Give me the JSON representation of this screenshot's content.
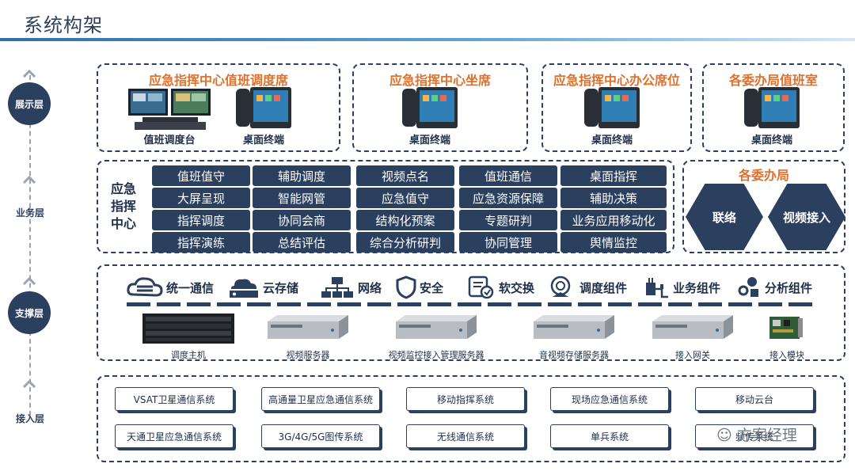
{
  "page_title": "系统构架",
  "layers": [
    "展示层",
    "业务层",
    "支撑层",
    "接入层"
  ],
  "display_layer": {
    "seats": [
      {
        "title": "应急指挥中心值班调度席",
        "devices": [
          "值班调度台",
          "桌面终端"
        ]
      },
      {
        "title": "应急指挥中心坐席",
        "devices": [
          "桌面终端"
        ]
      },
      {
        "title": "应急指挥中心办公席位",
        "devices": [
          "桌面终端"
        ]
      },
      {
        "title": "各委办局值班室",
        "devices": [
          "桌面终端"
        ]
      }
    ]
  },
  "business_layer": {
    "center_label": [
      "应急",
      "指挥",
      "中心"
    ],
    "services": [
      [
        "值班值守",
        "辅助调度",
        "视频点名",
        "值班通信",
        "桌面指挥"
      ],
      [
        "大屏呈现",
        "智能网管",
        "应急值守",
        "应急资源保障",
        "辅助决策"
      ],
      [
        "指挥调度",
        "协同会商",
        "结构化预案",
        "专题研判",
        "业务应用移动化"
      ],
      [
        "指挥演练",
        "总结评估",
        "综合分析研判",
        "协同管理",
        "舆情监控"
      ]
    ],
    "bureau_title": "各委办局",
    "bureau_items": [
      "联络",
      "视频接入"
    ]
  },
  "support_layer": {
    "components": [
      {
        "label": "统一通信",
        "icon": "cloud-lines-icon"
      },
      {
        "label": "云存储",
        "icon": "storage-icon"
      },
      {
        "label": "网络",
        "icon": "network-icon"
      },
      {
        "label": "安全",
        "icon": "shield-icon"
      },
      {
        "label": "软交换",
        "icon": "switch-icon"
      },
      {
        "label": "调度组件",
        "icon": "satellite-dish-icon"
      },
      {
        "label": "业务组件",
        "icon": "plug-icon"
      },
      {
        "label": "分析组件",
        "icon": "analytics-icon"
      }
    ],
    "hardware": [
      "调度主机",
      "视频服务器",
      "视频监控接入管理服务器",
      "音视频存储服务器",
      "接入网关",
      "接入模块"
    ]
  },
  "access_layer": {
    "systems": [
      [
        "VSAT卫星通信系统",
        "高通量卫星应急通信系统",
        "移动指挥系统",
        "现场应急通信系统",
        "移动云台"
      ],
      [
        "天通卫星应急通信系统",
        "3G/4G/5G图传系统",
        "无线通信系统",
        "单兵系统",
        "频传系统"
      ]
    ]
  },
  "watermark": "方案经理",
  "colors": {
    "primary": "#2b3f5f",
    "accent": "#e0702c",
    "rule": "#2f6fa8"
  }
}
